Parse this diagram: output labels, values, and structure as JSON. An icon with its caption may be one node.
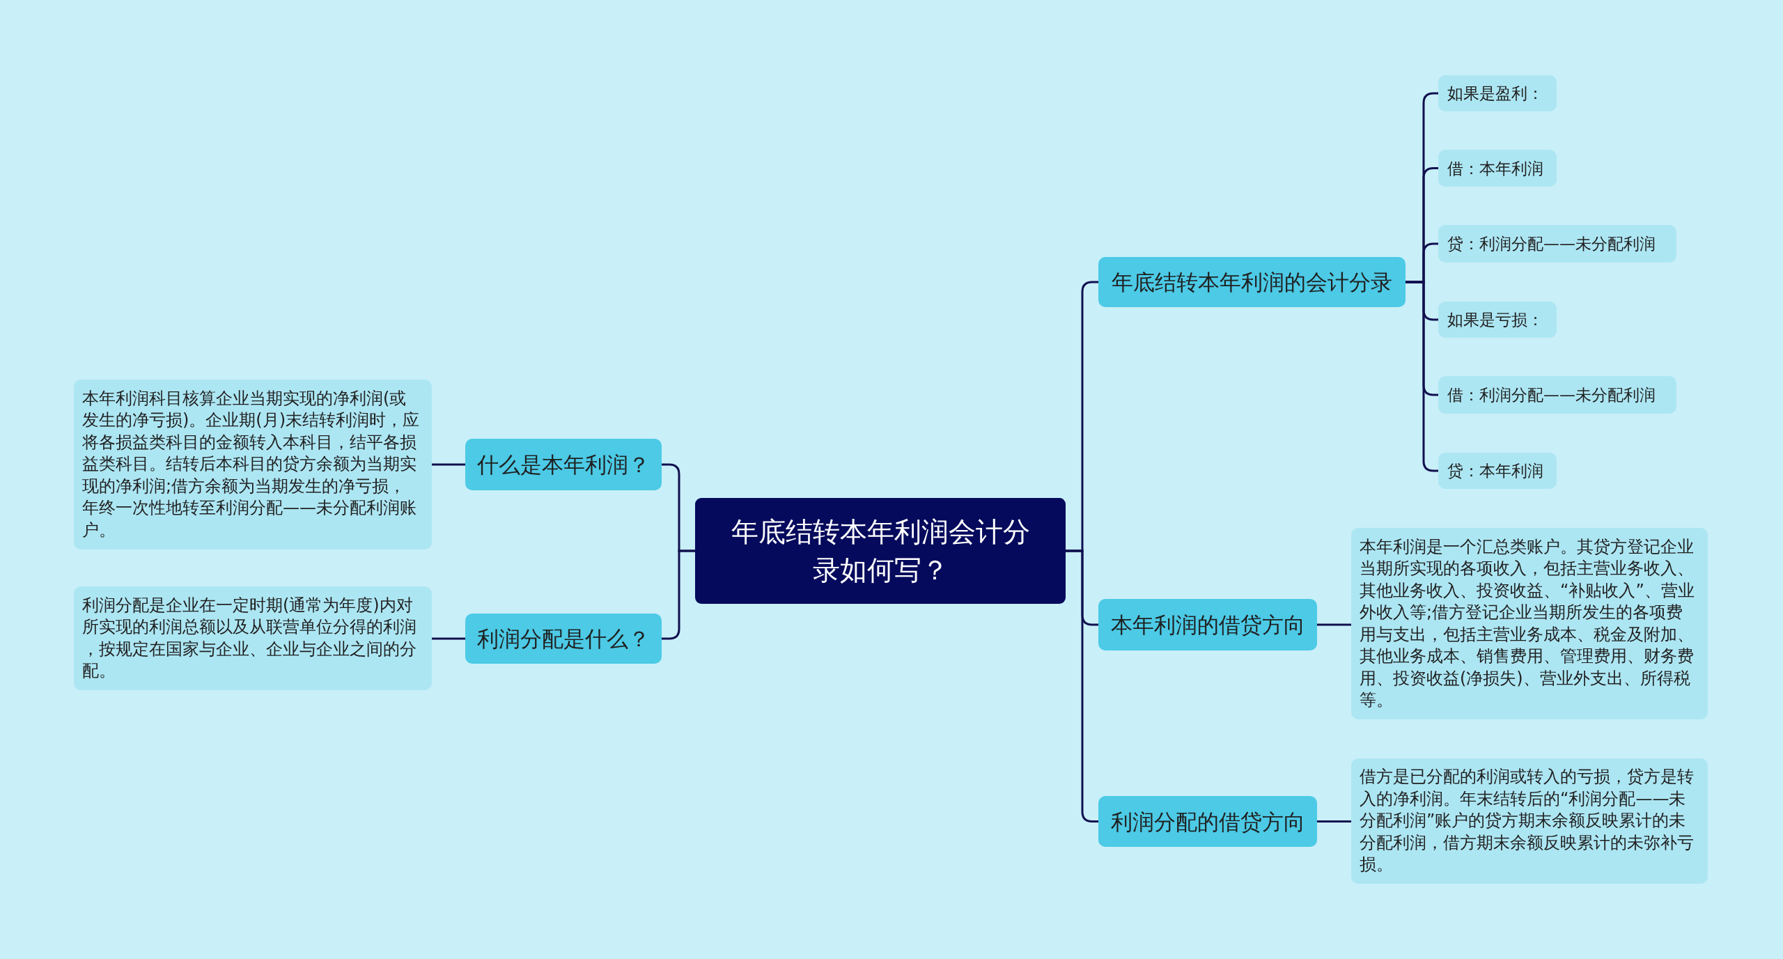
{
  "diagram": {
    "nodes": [
      {
        "text": [
          "年底结转本年利润会计分录如何写？"
        ]
      },
      {
        "text": [
          "什么是本年利润？"
        ]
      },
      {
        "text": [
          "本年利润科目核算企业当期实现的净利润(或发生的净亏损)。企业期(月)末结转利润时，应将各损益类科目的金额转入本科目，结平各损益类科目。结转后本科目的贷方余额为当期实现的净利润;借方余额为当期发生的净亏损，年终一次性地转至利润分配——未分配利润账户。"
        ]
      },
      {
        "text": [
          "利润分配是什么？"
        ]
      },
      {
        "text": [
          "利润分配是企业在一定时期(通常为年度)内对所实现的利润总额以及从联营单位分得的利润，按规定在国家与企业、企业与企业之间的分配。"
        ]
      },
      {
        "text": [
          "年底结转本年利润的会计分录"
        ]
      },
      {
        "text": [
          "如果是盈利："
        ]
      },
      {
        "text": [
          "借：本年利润"
        ]
      },
      {
        "text": [
          "贷：利润分配——未分配利润"
        ]
      },
      {
        "text": [
          "如果是亏损："
        ]
      },
      {
        "text": [
          "借：利润分配——未分配利润"
        ]
      },
      {
        "text": [
          "贷：本年利润"
        ]
      },
      {
        "text": [
          "本年利润的借贷方向"
        ]
      },
      {
        "text": [
          "本年利润是一个汇总类账户。其贷方登记企业当期所实现的各项收入，包括主营业务收入、其他业务收入、投资收益、“补贴收入”、营业外收入等;借方登记企业当期所发生的各项费用与支出，包括主营业务成本、税金及附加、其他业务成本、销售费用、管理费用、财务费用、投资收益(净损失)、营业外支出、所得税等。"
        ]
      },
      {
        "text": [
          "利润分配的借贷方向"
        ]
      },
      {
        "text": [
          "借方是已分配的利润或转入的亏损，贷方是转入的净利润。年末结转后的“利润分配——未分配利润”账户的贷方期末余额反映累计的未分配利润，借方期末余额反映累计的未弥补亏损。"
        ]
      }
    ],
    "edges": [
      {
        "from": 0,
        "to": 1,
        "arrow": "none"
      },
      {
        "from": 1,
        "to": 2,
        "arrow": "none"
      },
      {
        "from": 0,
        "to": 3,
        "arrow": "none"
      },
      {
        "from": 3,
        "to": 4,
        "arrow": "none"
      },
      {
        "from": 0,
        "to": 5,
        "arrow": "none"
      },
      {
        "from": 5,
        "to": 6,
        "arrow": "none"
      },
      {
        "from": 5,
        "to": 7,
        "arrow": "none"
      },
      {
        "from": 5,
        "to": 8,
        "arrow": "none"
      },
      {
        "from": 5,
        "to": 9,
        "arrow": "none"
      },
      {
        "from": 5,
        "to": 10,
        "arrow": "none"
      },
      {
        "from": 5,
        "to": 11,
        "arrow": "none"
      },
      {
        "from": 0,
        "to": 12,
        "arrow": "none"
      },
      {
        "from": 12,
        "to": 13,
        "arrow": "none"
      },
      {
        "from": 0,
        "to": 14,
        "arrow": "none"
      },
      {
        "from": 14,
        "to": 15,
        "arrow": "none"
      }
    ]
  }
}
